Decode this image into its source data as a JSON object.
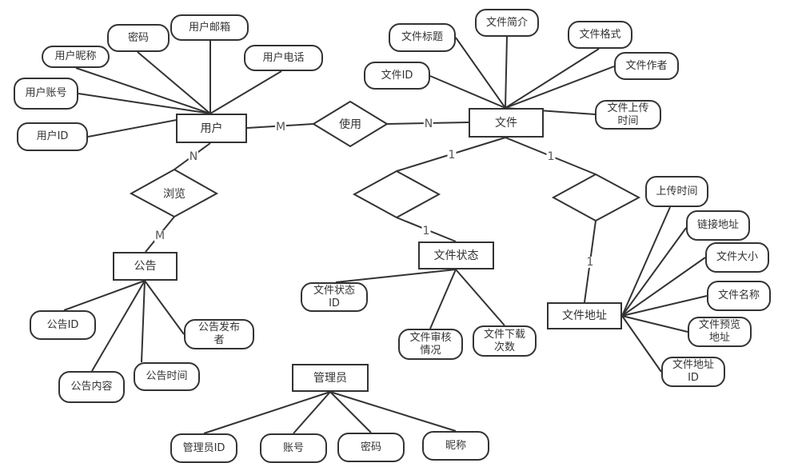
{
  "diagram": {
    "type": "er-diagram",
    "entities": [
      {
        "id": "user",
        "label": "用户"
      },
      {
        "id": "file",
        "label": "文件"
      },
      {
        "id": "notice",
        "label": "公告"
      },
      {
        "id": "file_status",
        "label": "文件状态"
      },
      {
        "id": "file_address",
        "label": "文件地址"
      },
      {
        "id": "admin",
        "label": "管理员"
      }
    ],
    "relationships": [
      {
        "id": "use",
        "label": "使用",
        "from": "user",
        "to": "file",
        "from_card": "M",
        "to_card": "N"
      },
      {
        "id": "browse",
        "label": "浏览",
        "from": "user",
        "to": "notice",
        "from_card": "N",
        "to_card": "M"
      },
      {
        "id": "file_status_rel",
        "label": "",
        "from": "file",
        "to": "file_status",
        "from_card": "1",
        "to_card": "1"
      },
      {
        "id": "file_address_rel",
        "label": "",
        "from": "file",
        "to": "file_address",
        "from_card": "1",
        "to_card": "1"
      }
    ],
    "attributes": {
      "user": [
        "用户邮箱",
        "密码",
        "用户昵称",
        "用户账号",
        "用户ID",
        "用户电话"
      ],
      "file": [
        "文件标题",
        "文件简介",
        "文件格式",
        "文件作者",
        "文件ID",
        "文件上传\n时间"
      ],
      "notice": [
        "公告ID",
        "公告内容",
        "公告时间",
        "公告发布\n者"
      ],
      "file_status": [
        "文件状态\nID",
        "文件审核\n情况",
        "文件下载\n次数"
      ],
      "file_address": [
        "上传时间",
        "链接地址",
        "文件大小",
        "文件名称",
        "文件预览\n地址",
        "文件地址\nID"
      ],
      "admin": [
        "管理员ID",
        "账号",
        "密码",
        "昵称"
      ]
    },
    "colors": {
      "stroke": "#333333",
      "text": "#333333",
      "cardinality": "#555555",
      "background": "#ffffff"
    }
  }
}
